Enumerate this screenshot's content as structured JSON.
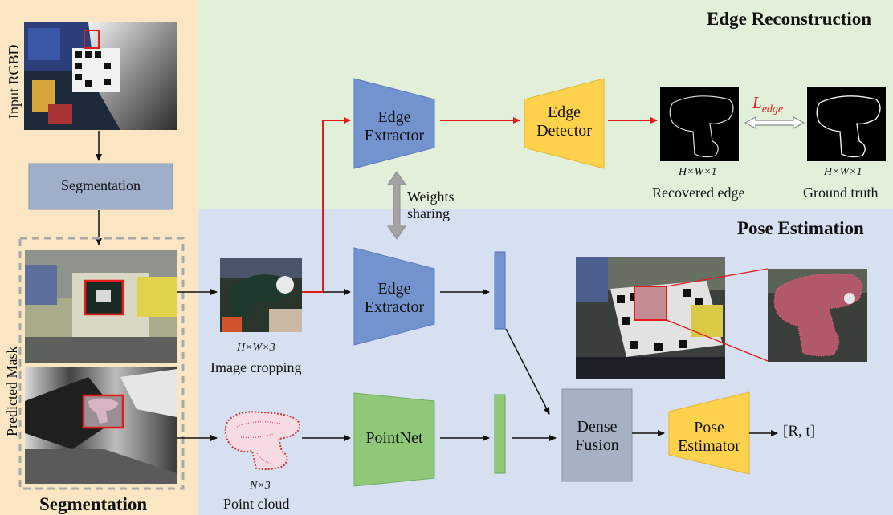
{
  "sections": {
    "edge_reconstruction": "Edge Reconstruction",
    "pose_estimation": "Pose Estimation",
    "segmentation": "Segmentation"
  },
  "left": {
    "input_label": "Input RGBD",
    "segmentation_box": "Segmentation",
    "predicted_mask_label": "Predicted  Mask"
  },
  "modules": {
    "edge_extractor_top": [
      "Edge",
      "Extractor"
    ],
    "edge_detector": [
      "Edge",
      "Detector"
    ],
    "edge_extractor_mid": [
      "Edge",
      "Extractor"
    ],
    "pointnet": "PointNet",
    "dense_fusion": [
      "Dense",
      "Fusion"
    ],
    "pose_estimator": [
      "Pose",
      "Estimator"
    ]
  },
  "weights_sharing": [
    "Weights",
    "sharing"
  ],
  "loss_label": "L",
  "loss_subscript": "edge",
  "outputs": {
    "recovered_dim": "H×W×1",
    "recovered_caption": "Recovered edge",
    "ground_dim": "H×W×1",
    "ground_caption": "Ground truth",
    "crop_dim": "H×W×3",
    "crop_caption": "Image cropping",
    "cloud_dim": "N×3",
    "cloud_caption": "Point cloud",
    "result": "[R, t]"
  },
  "colors": {
    "left_panel": "#fbe6c4",
    "top_panel": "#e2efd9",
    "bottom_panel": "#d6e0f0",
    "extractor_blue": "#7393cf",
    "detector_yellow": "#ffd24d",
    "pointnet_green": "#8fc878",
    "fusion_gray": "#a6b2c4",
    "seg_box": "#9fafca",
    "red_arrow": "#e41b1b"
  }
}
